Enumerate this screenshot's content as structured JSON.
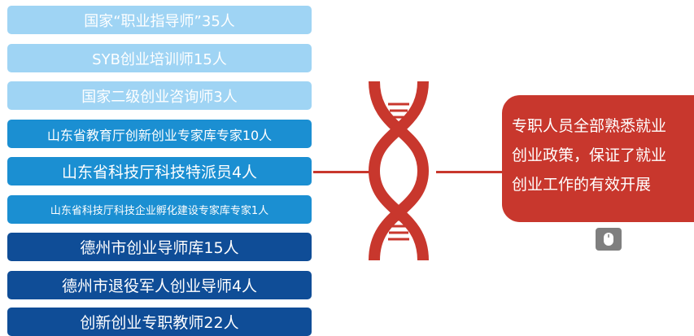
{
  "items": [
    {
      "label": "国家“职业指导师”35人",
      "color": "#9fd4f4"
    },
    {
      "label": "SYB创业培训师15人",
      "color": "#9fd4f4"
    },
    {
      "label": "国家二级创业咨询师3人",
      "color": "#9fd4f4"
    },
    {
      "label": "山东省教育厅创新创业专家库专家10人",
      "color": "#1b8fd2"
    },
    {
      "label": "山东省科技厅科技特派员4人",
      "color": "#1b8fd2"
    },
    {
      "label": "山东省科技厅科技企业孵化建设专家库专家1人",
      "color": "#1b8fd2"
    },
    {
      "label": "德州市创业导师库15人",
      "color": "#0f4d97"
    },
    {
      "label": "德州市退役军人创业导师4人",
      "color": "#0f4d97"
    },
    {
      "label": "创新创业专职教师22人",
      "color": "#0f4d97"
    }
  ],
  "callout": {
    "lines": [
      "专职人员全部熟悉就业",
      "创业政策，保证了就业",
      "创业工作的有效开展"
    ]
  },
  "colors": {
    "accent": "#c8372d",
    "badge": "#7f7f7f"
  }
}
